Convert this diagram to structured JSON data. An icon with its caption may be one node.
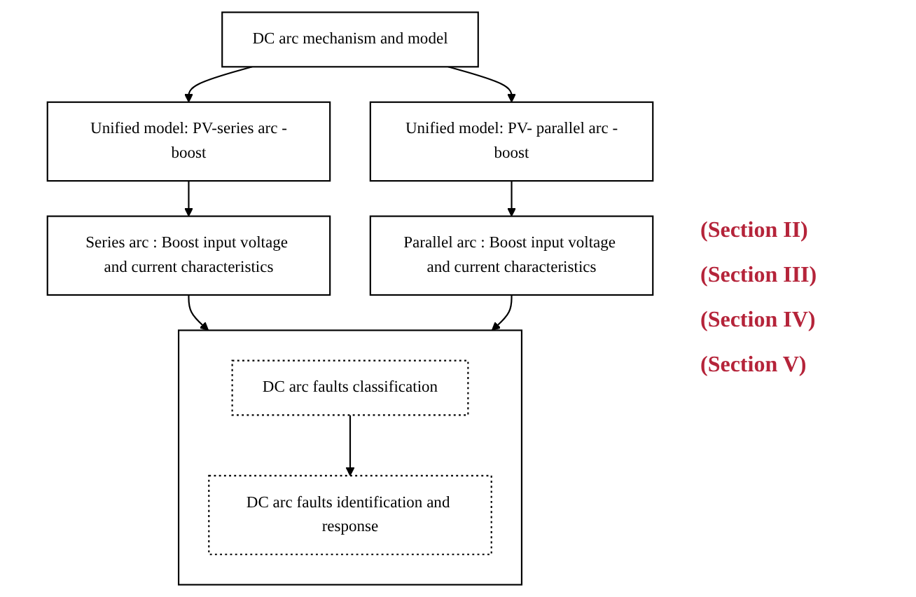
{
  "diagram": {
    "nodes": [
      {
        "text": [
          "DC arc mechanism and model"
        ]
      },
      {
        "text": [
          "Unified model: PV-series arc -boost"
        ]
      },
      {
        "text": [
          "Series arc : Boost input voltage and current characteristics"
        ]
      },
      {
        "text": [
          "Unified model: PV- parallel arc -boost"
        ]
      },
      {
        "text": [
          "Parallel arc : Boost input voltage and current characteristics"
        ]
      },
      {
        "text": [],
        "shape": "box"
      },
      {
        "text": [
          "DC arc faults classification"
        ],
        "in": 5
      },
      {
        "text": [
          "DC arc faults identification and response"
        ],
        "in": 5
      }
    ],
    "edges": [
      {
        "from": 0,
        "to": 1,
        "arrow": "to"
      },
      {
        "from": 0,
        "to": 3,
        "arrow": "to"
      },
      {
        "from": 1,
        "to": 2,
        "arrow": "to"
      },
      {
        "from": 3,
        "to": 4,
        "arrow": "to"
      },
      {
        "from": 2,
        "to": 5,
        "arrow": "to"
      },
      {
        "from": 4,
        "to": 5,
        "arrow": "to"
      },
      {
        "from": 6,
        "to": 7,
        "arrow": "to"
      }
    ],
    "labels": [
      "(Section II)",
      "(Section III)",
      "(Section IV)",
      "(Section V)"
    ]
  }
}
